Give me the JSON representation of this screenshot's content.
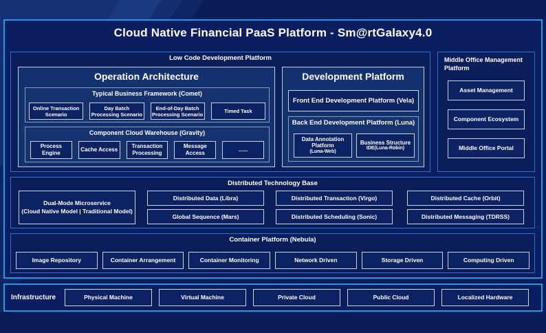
{
  "colors": {
    "background": "#0A1D5A",
    "accent_border": "#1E9BE8",
    "section_border": "#2B74C8",
    "panel_background": "#143170",
    "leaf_background": "#0C2262",
    "text": "#FFFFFF"
  },
  "title": "Cloud Native Financial PaaS Platform - Sm@rtGalaxy4.0",
  "low_code": {
    "label": "Low Code Development Platform",
    "operation_architecture": {
      "title": "Operation Architecture",
      "comet": {
        "label": "Typical Business Framework (Comet)",
        "items": [
          "Online Transaction Scenario",
          "Day Batch Processing Scenario",
          "End-of-Day Batch Processing Scenario",
          "Timed Task"
        ]
      },
      "gravity": {
        "label": "Component Cloud Warehouse (Gravity)",
        "items": [
          "Process Engine",
          "Cache Access",
          "Transaction Processing",
          "Message Access",
          "......"
        ]
      }
    },
    "development_platform": {
      "title": "Development Platform",
      "front_end_label": "Front End Development Platform (Vela)",
      "back_end": {
        "label": "Back End Development Platform (Luna)",
        "items": [
          {
            "name": "Data Annotation Platform",
            "sub": "(Luna-Web)"
          },
          {
            "name": "Business Structure",
            "sub": "IDE(Luna-Robin)"
          }
        ]
      }
    }
  },
  "middle_office": {
    "label": "Middle Office Management Platform",
    "items": [
      "Asset Management",
      "Component Ecosystem",
      "Middle Office Portal"
    ]
  },
  "distributed_base": {
    "label": "Distributed Technology Base",
    "dual_mode": {
      "name": "Dual-Mode Microservice",
      "detail": "(Cloud Native Model | Traditional Model)"
    },
    "row1": [
      "Distributed Data (Libra)",
      "Distributed Transaction (Virgo)",
      "Distributed Cache (Orbit)"
    ],
    "row2": [
      "Global Sequence (Mars)",
      "Distributed Scheduling (Sonic)",
      "Distributed Messaging (TDRSS)"
    ]
  },
  "container_platform": {
    "label": "Container Platform (Nebula)",
    "items": [
      "Image Repository",
      "Container Arrangement",
      "Container Monitoring",
      "Network Driven",
      "Storage Driven",
      "Computing Driven"
    ]
  },
  "infrastructure": {
    "label": "Infrastructure",
    "items": [
      "Physical Machine",
      "Virtual Machine",
      "Private Cloud",
      "Public Cloud",
      "Localized Hardware"
    ]
  }
}
